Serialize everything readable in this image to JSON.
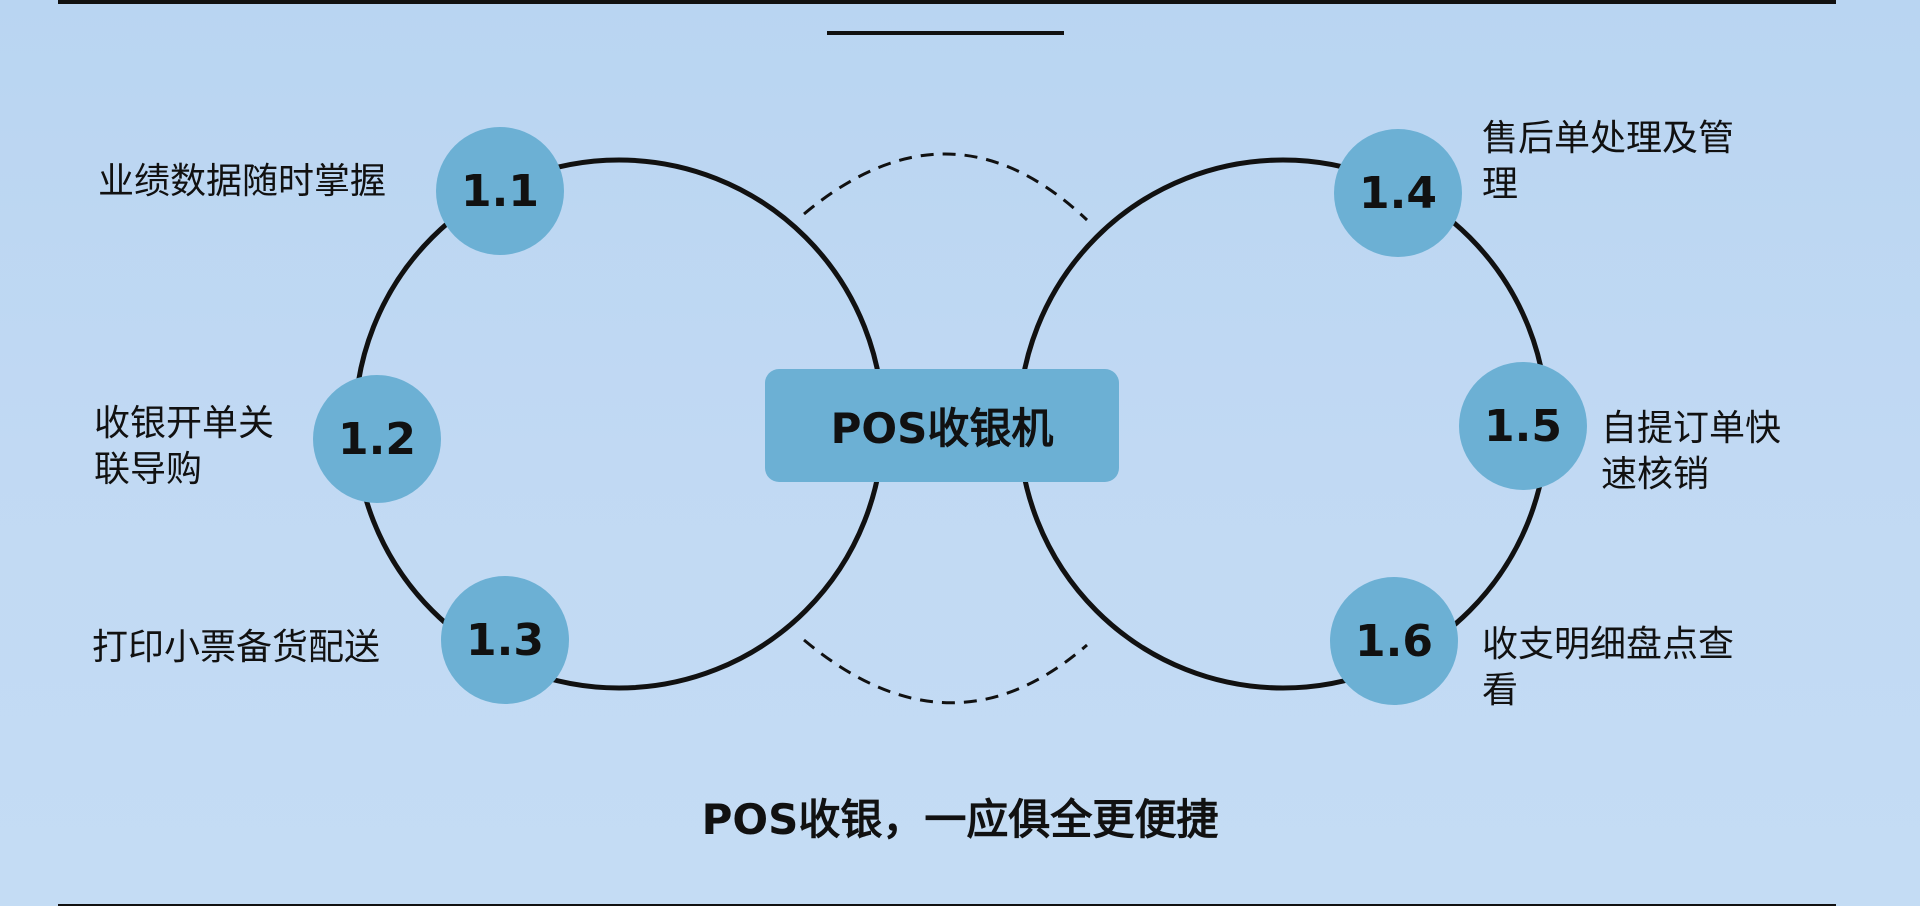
{
  "center": {
    "label": "POS收银机"
  },
  "nodes": [
    {
      "number": "1.1",
      "label": "业绩数据随时掌握"
    },
    {
      "number": "1.2",
      "label": "收银开单关\n联导购"
    },
    {
      "number": "1.3",
      "label": "打印小票备货配送"
    },
    {
      "number": "1.4",
      "label": "售后单处理及管\n理"
    },
    {
      "number": "1.5",
      "label": "自提订单快\n速核销"
    },
    {
      "number": "1.6",
      "label": "收支明细盘点查\n看"
    }
  ],
  "footer": {
    "text": "POS收银，一应俱全更便捷"
  },
  "colors": {
    "background": "#bdd7f3",
    "node_fill": "#6cb0d4",
    "line": "#111111"
  }
}
